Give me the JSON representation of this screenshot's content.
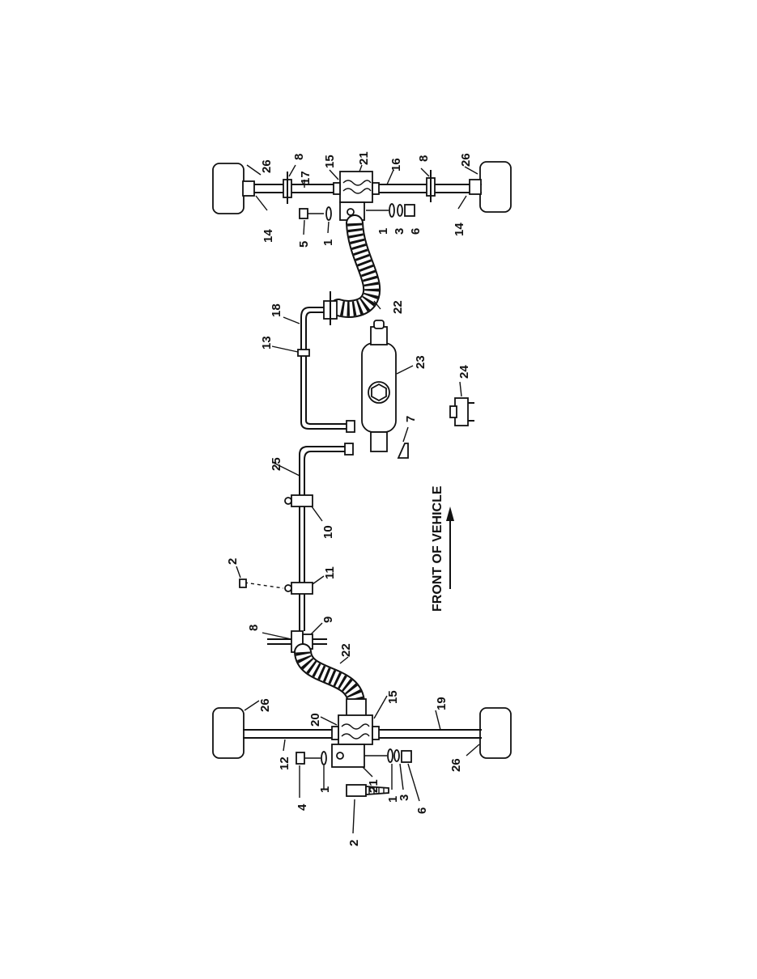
{
  "caption": "FRONT OF VEHICLE",
  "callouts": {
    "c26a": "26",
    "c8a": "8",
    "c15a": "15",
    "c21a": "21",
    "c16": "16",
    "c8b": "8",
    "c26b": "26",
    "c17": "17",
    "c14a": "14",
    "c14b": "14",
    "c5": "5",
    "c1a": "1",
    "c1b": "1",
    "c3a": "3",
    "c6a": "6",
    "c18": "18",
    "c22a": "22",
    "c13": "13",
    "c23": "23",
    "c24": "24",
    "c7": "7",
    "c25": "25",
    "c10": "10",
    "c2a": "2",
    "c11": "11",
    "c8c": "8",
    "c9": "9",
    "c22b": "22",
    "c26c": "26",
    "c20": "20",
    "c15b": "15",
    "c19": "19",
    "c12": "12",
    "c4": "4",
    "c1c": "1",
    "c21b": "21",
    "c1d": "1",
    "c3b": "3",
    "c6b": "6",
    "c2b": "2",
    "c26d": "26"
  }
}
